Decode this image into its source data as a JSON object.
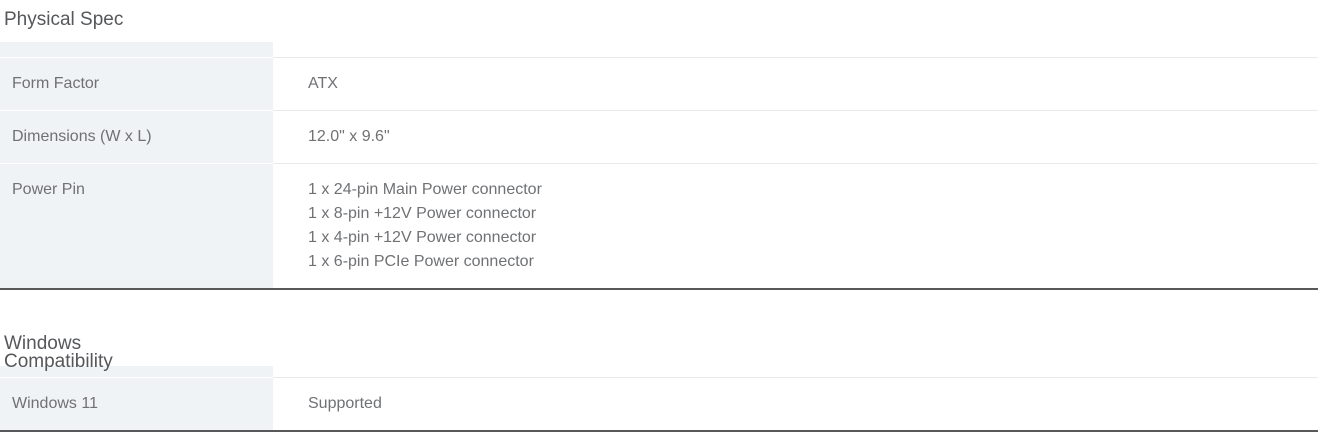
{
  "colors": {
    "label_column_bg": "#f0f3f5",
    "row_divider": "#e9eaeb",
    "table_bottom_border": "#57585a",
    "heading_text": "#55575a",
    "body_text": "#6f7174"
  },
  "sections": [
    {
      "title": "Physical Spec",
      "rows": [
        {
          "label": "Form Factor",
          "values": [
            "ATX"
          ]
        },
        {
          "label": "Dimensions (W x L)",
          "values": [
            "12.0\" x 9.6\""
          ]
        },
        {
          "label": "Power Pin",
          "values": [
            "1 x 24-pin Main Power connector",
            "1 x 8-pin +12V Power connector",
            "1 x 4-pin +12V Power connector",
            "1 x 6-pin PCIe Power connector"
          ]
        }
      ]
    },
    {
      "title": "Windows Compatibility",
      "rows": [
        {
          "label": "Windows 11",
          "values": [
            "Supported"
          ]
        }
      ]
    }
  ]
}
